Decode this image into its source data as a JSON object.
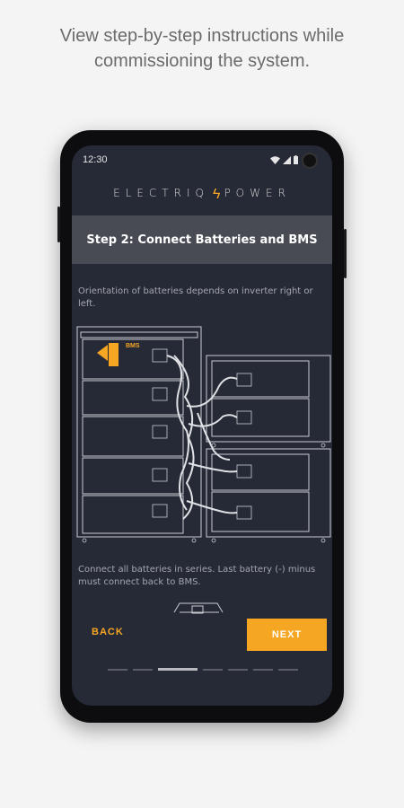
{
  "caption": {
    "line1": "View step-by-step instructions while",
    "line2": "commissioning the system."
  },
  "status_bar": {
    "time": "12:30"
  },
  "logo": {
    "left": "ELECTRIQ",
    "right": "POWER"
  },
  "step_title": "Step 2: Connect Batteries and BMS",
  "orientation_text": "Orientation of batteries depends on inverter right or left.",
  "diagram": {
    "bms_label": "BMS"
  },
  "series_text": "Connect all batteries in series. Last battery (-) minus must connect back to BMS.",
  "buttons": {
    "back": "BACK",
    "next": "NEXT"
  },
  "pagination": {
    "total": 7,
    "current": 3
  },
  "colors": {
    "accent": "#f5a623",
    "screen_bg": "#262a36",
    "title_bar": "#484b53"
  }
}
